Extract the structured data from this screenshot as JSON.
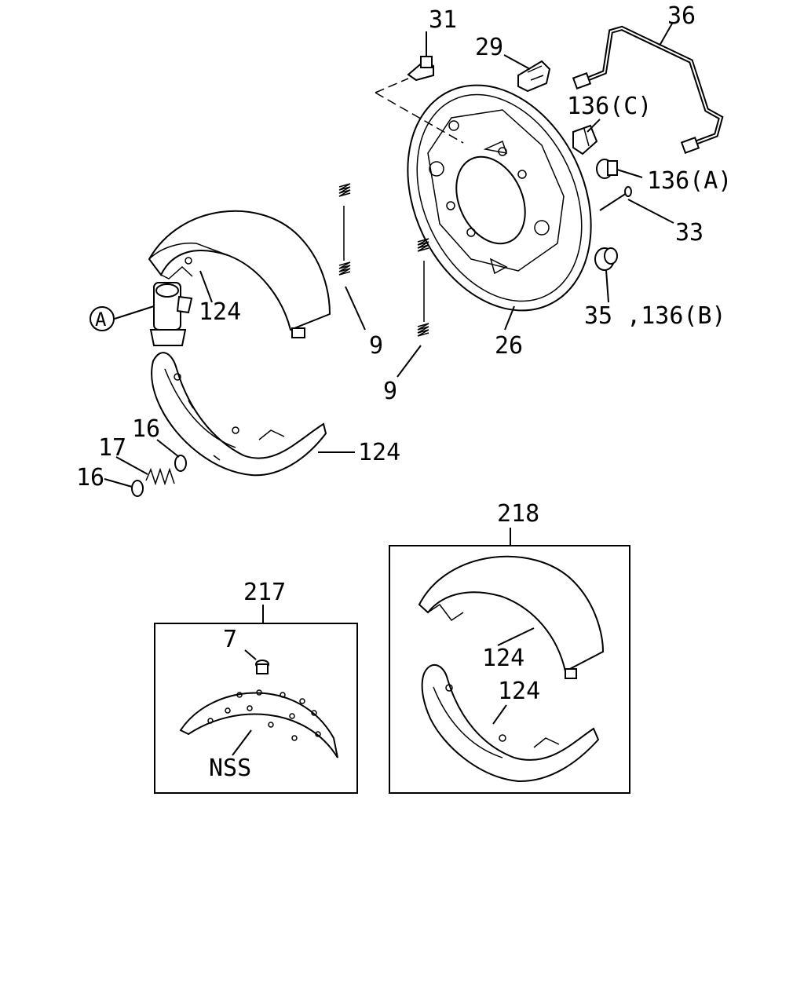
{
  "labels": {
    "l31": "31",
    "l29": "29",
    "l36": "36",
    "l136c": "136(C)",
    "l136a": "136(A)",
    "l33": "33",
    "l35": "35 ,136(B)",
    "l26": "26",
    "l9a": "9",
    "l9b": "9",
    "l124a": "124",
    "lA": "A",
    "l16a": "16",
    "l17": "17",
    "l16b": "16",
    "l124b": "124",
    "l218": "218",
    "l124c": "124",
    "l124d": "124",
    "l217": "217",
    "l7": "7",
    "lnss": "NSS"
  }
}
